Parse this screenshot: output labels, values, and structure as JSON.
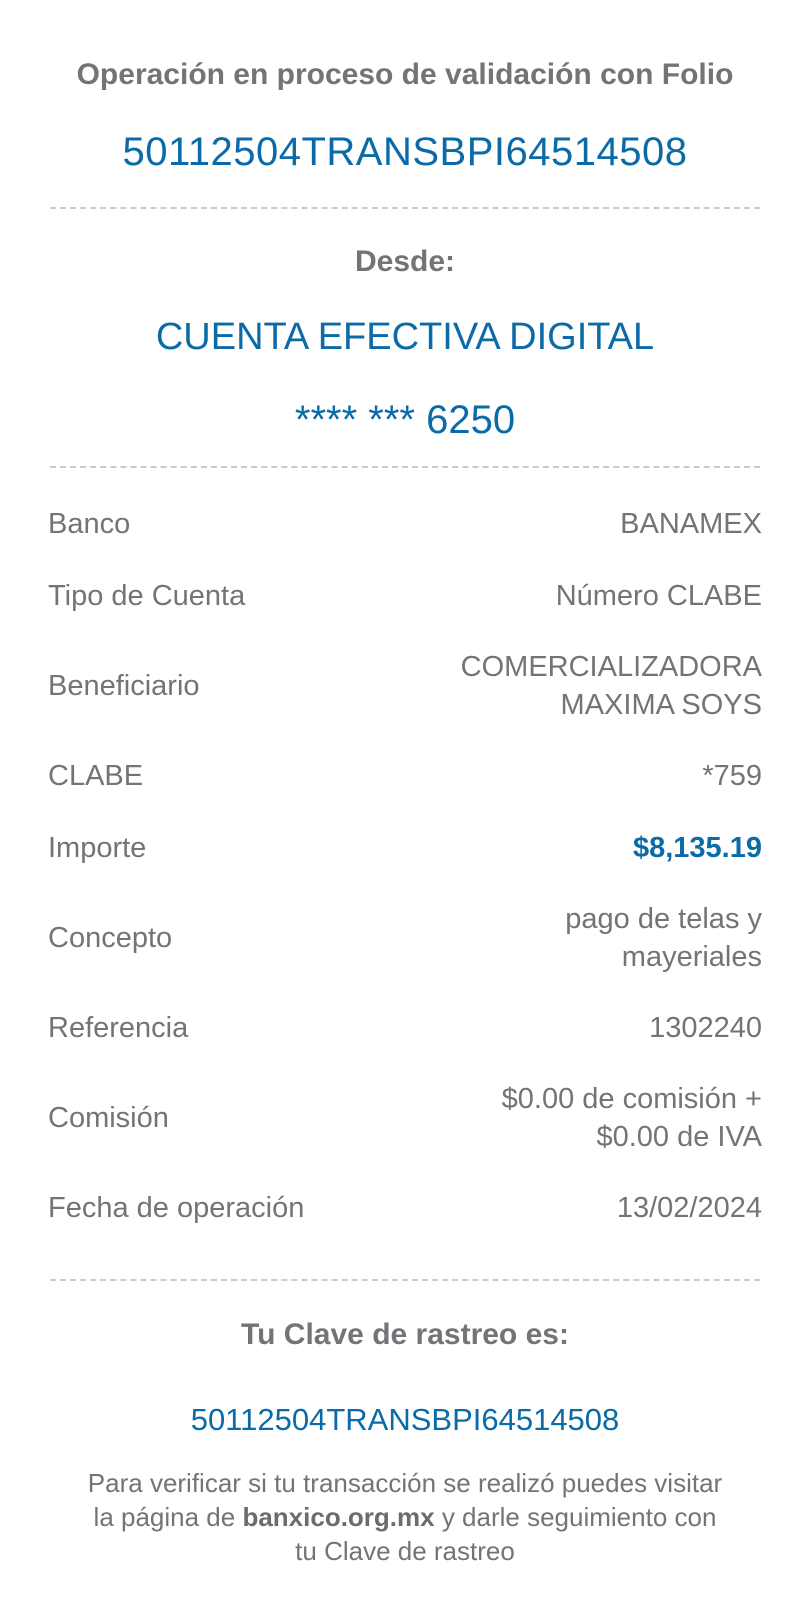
{
  "header": {
    "label": "Operación en proceso de validación con Folio",
    "folio": "50112504TRANSBPI64514508"
  },
  "origin": {
    "label": "Desde:",
    "account_name": "CUENTA EFECTIVA DIGITAL",
    "account_number": "**** *** 6250"
  },
  "details": {
    "bank_label": "Banco",
    "bank_value": "BANAMEX",
    "account_type_label": "Tipo de Cuenta",
    "account_type_value": "Número CLABE",
    "beneficiary_label": "Beneficiario",
    "beneficiary_line1": "COMERCIALIZADORA",
    "beneficiary_line2": "MAXIMA SOYS",
    "clabe_label": "CLABE",
    "clabe_value": "*759",
    "amount_label": "Importe",
    "amount_value": "$8,135.19",
    "concept_label": "Concepto",
    "concept_line1": "pago de telas y",
    "concept_line2": "mayeriales",
    "reference_label": "Referencia",
    "reference_value": "1302240",
    "commission_label": "Comisión",
    "commission_line1": "$0.00 de comisión +",
    "commission_line2": "$0.00 de IVA",
    "date_label": "Fecha de operación",
    "date_value": "13/02/2024"
  },
  "tracking": {
    "label": "Tu Clave de rastreo es:",
    "code": "50112504TRANSBPI64514508",
    "help_part1": "Para verificar si tu transacción se realizó puedes visitar la página de ",
    "help_link": "banxico.org.mx",
    "help_part2": " y darle seguimiento con tu Clave de rastreo"
  },
  "colors": {
    "accent": "#0b6aa8",
    "text": "#727477",
    "divider": "#c9cacc"
  }
}
